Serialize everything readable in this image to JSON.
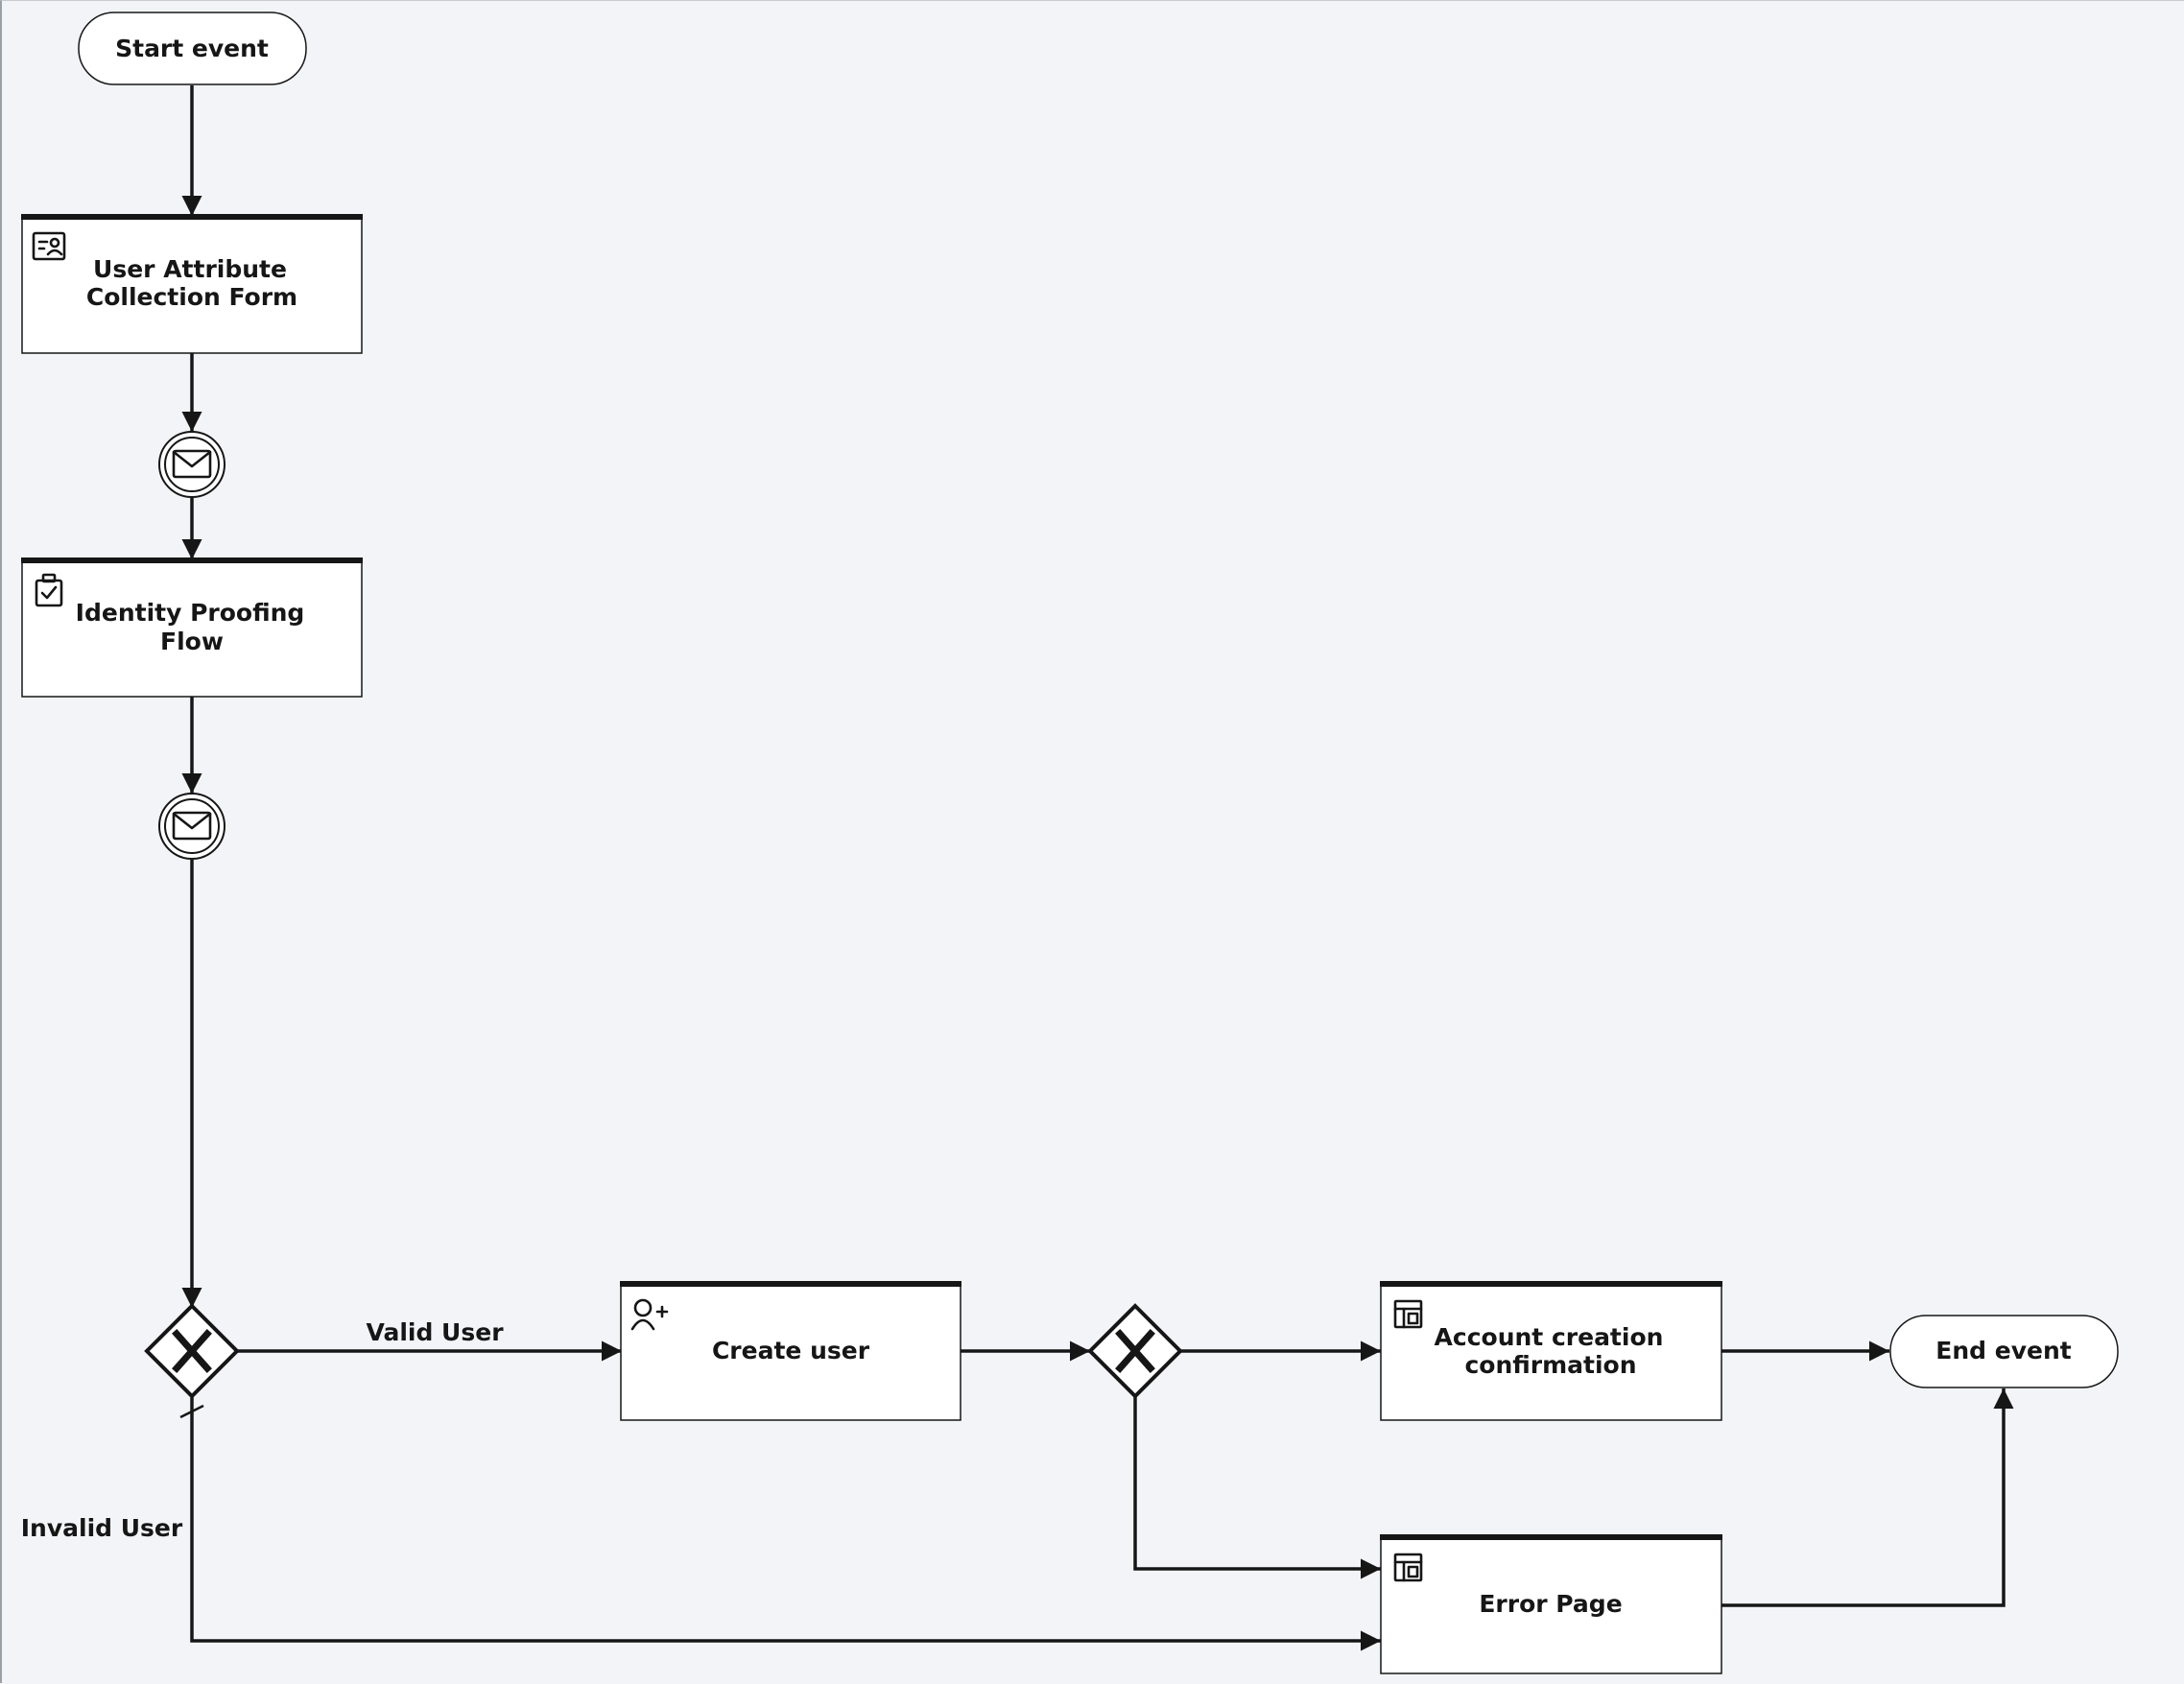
{
  "start_event": {
    "label": "Start event"
  },
  "end_event": {
    "label": "End event"
  },
  "tasks": {
    "user_attribute_form": {
      "line1": "User Attribute",
      "line2": "Collection Form",
      "icon": "user-profile-card-icon"
    },
    "identity_proofing": {
      "line1": "Identity Proofing",
      "line2": "Flow",
      "icon": "clipboard-check-icon"
    },
    "create_user": {
      "line1": "Create user",
      "icon": "user-add-icon"
    },
    "account_confirmation": {
      "line1": "Account creation",
      "line2": "confirmation",
      "icon": "page-layout-icon"
    },
    "error_page": {
      "line1": "Error Page",
      "icon": "page-layout-icon"
    }
  },
  "events": {
    "message_1": {
      "icon": "envelope-icon"
    },
    "message_2": {
      "icon": "envelope-icon"
    }
  },
  "gateways": {
    "gateway_1": {
      "icon": "exclusive-gateway-x-icon"
    },
    "gateway_2": {
      "icon": "exclusive-gateway-x-icon"
    }
  },
  "edge_labels": {
    "valid_user": "Valid User",
    "invalid_user": "Invalid User"
  },
  "colors": {
    "background": "#f3f4f8",
    "stroke": "#161616",
    "node_fill": "#ffffff"
  }
}
